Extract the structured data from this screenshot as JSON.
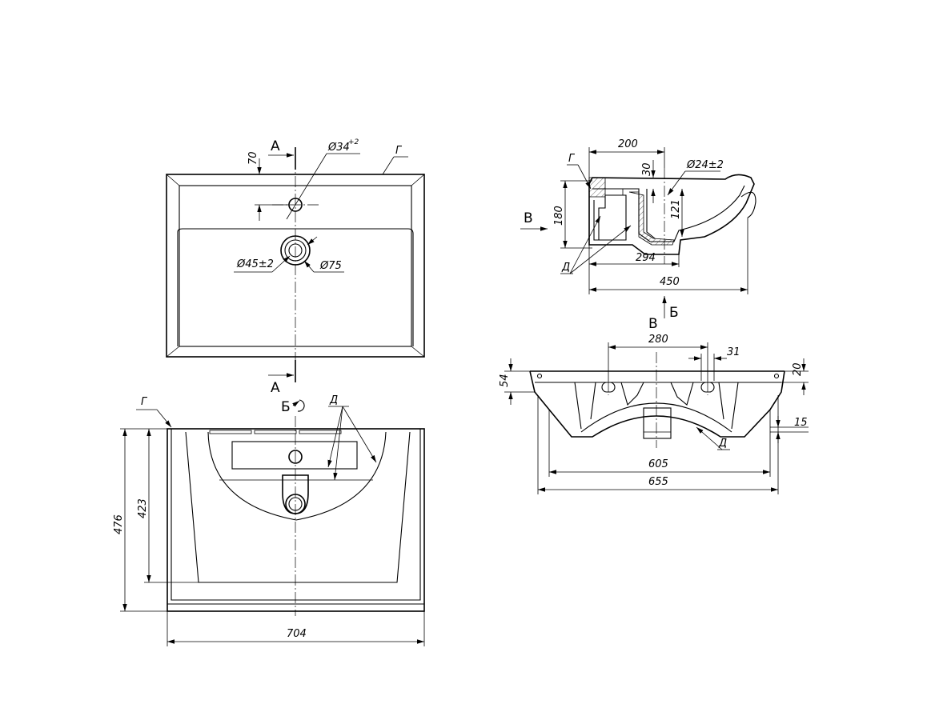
{
  "views": {
    "top": {
      "section_mark": "А",
      "dims": {
        "hole_offset": "70",
        "tap_hole": "Ø34",
        "tap_hole_tol": "+2",
        "drain": "Ø45±2",
        "overflow_ring": "Ø75"
      },
      "callout": "Г"
    },
    "front": {
      "view_mark": "Б",
      "callouts": {
        "rim": "Г",
        "ribs": "Д"
      },
      "dims": {
        "total_depth": "476",
        "bowl_depth": "423",
        "width": "704"
      }
    },
    "section": {
      "view_arrow": "В",
      "section_arrow": "Б",
      "callouts": {
        "rim": "Г",
        "ribs": "Д"
      },
      "dims": {
        "tap_offset": "200",
        "wall": "30",
        "hole": "Ø24±2",
        "height": "180",
        "bowl_height": "121",
        "inner": "294",
        "total": "450"
      }
    },
    "rear": {
      "view_mark": "В",
      "callout": "Д",
      "dims": {
        "slot_spacing": "280",
        "slot_width": "31",
        "side_height": "54",
        "top_offset": "20",
        "bottom_offset": "15",
        "inner_width": "605",
        "outer_width": "655"
      }
    }
  }
}
